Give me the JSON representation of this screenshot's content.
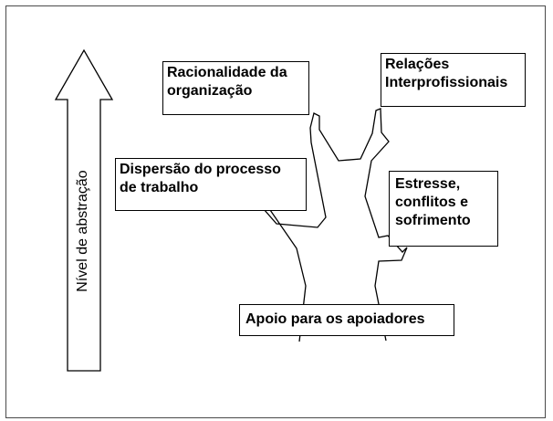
{
  "axis": {
    "label": "Nível de abstração"
  },
  "labels": {
    "racionalidade": [
      "Racionalidade da",
      "organização"
    ],
    "relacoes": [
      "Relações",
      "Interprofissionais"
    ],
    "dispersao": [
      "Dispersão do processo",
      "de trabalho"
    ],
    "estresse": [
      "Estresse,",
      "conflitos e",
      "sofrimento"
    ],
    "apoio": [
      "Apoio para os apoiadores"
    ]
  },
  "colors": {
    "stroke": "#000000",
    "fill": "#ffffff",
    "frame": "#4a4a4a"
  }
}
